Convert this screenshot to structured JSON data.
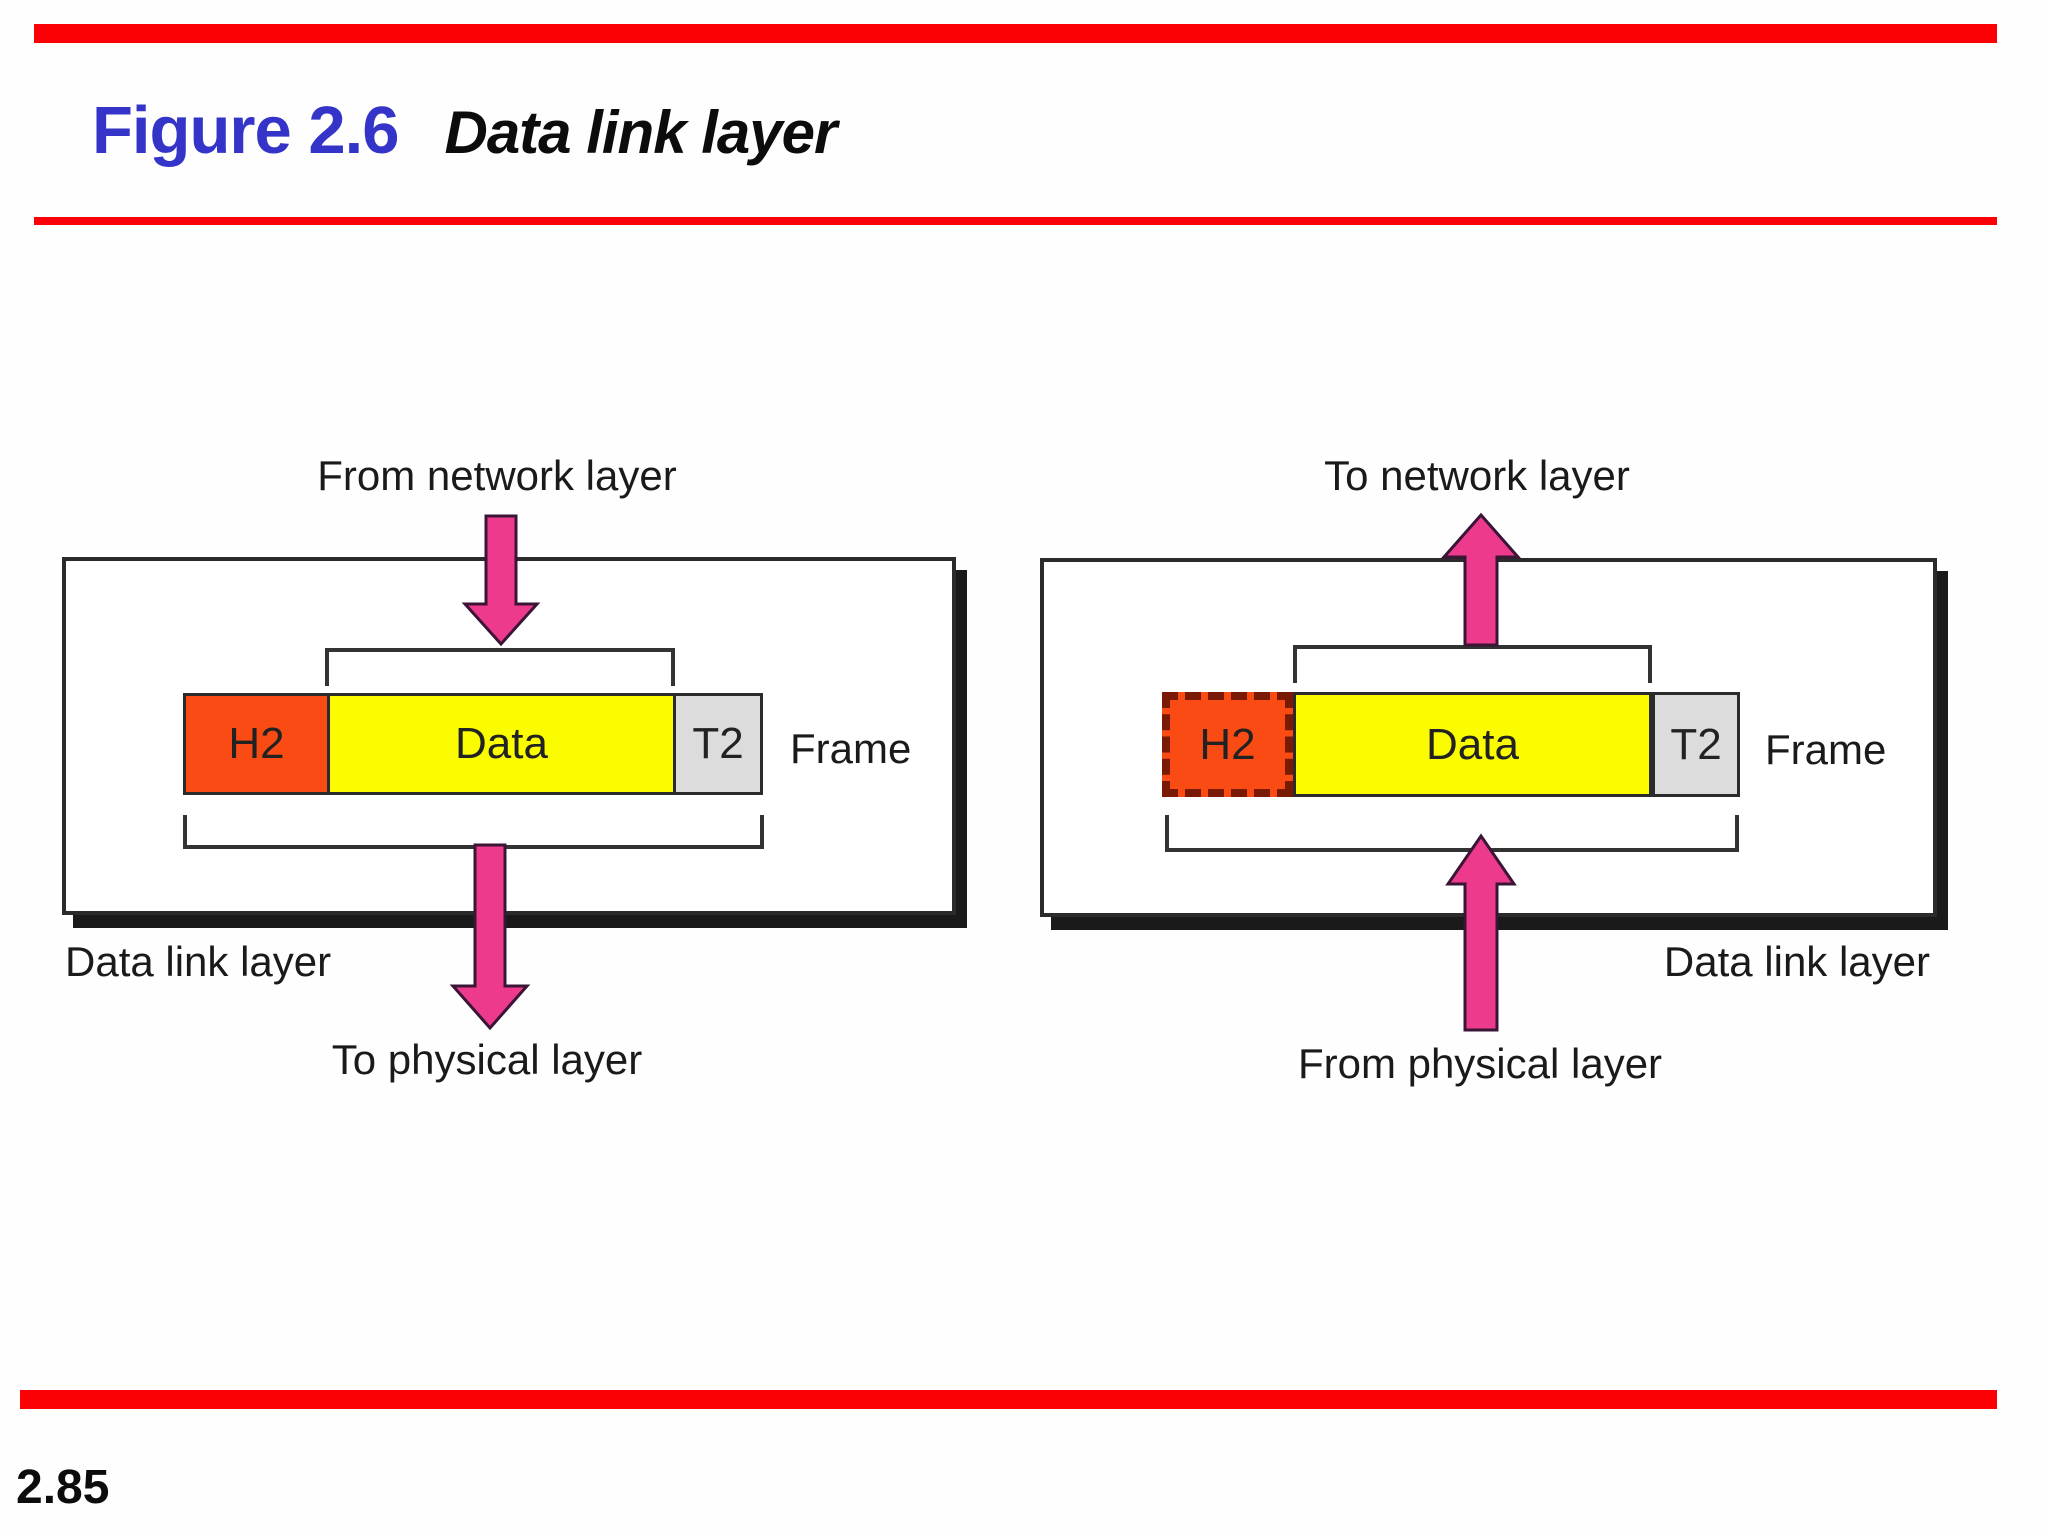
{
  "slide": {
    "figure_label": "Figure 2.6",
    "figure_title": "Data link layer",
    "page_number": "2.85"
  },
  "colors": {
    "accent_red": "#FB0105",
    "title_blue": "#3434C8",
    "label_black": "#1A1A1A",
    "arrow_pink": "#EE3A8C",
    "arrow_outline": "#3A1535",
    "h2_orange": "#FA4B14",
    "data_yellow": "#FCFC00",
    "t2_gray": "#DCDCDC",
    "box_border": "#2B2B2B",
    "shadow": "#1A1A1A",
    "bracket": "#333333",
    "dashed_border_red": "#7A1A05"
  },
  "left_diagram": {
    "top_label": "From network layer",
    "bottom_label": "To physical layer",
    "box_label": "Data link layer",
    "frame_label": "Frame",
    "frame": {
      "header": "H2",
      "payload": "Data",
      "trailer": "T2"
    }
  },
  "right_diagram": {
    "top_label": "To network layer",
    "bottom_label": "From physical layer",
    "box_label": "Data link layer",
    "frame_label": "Frame",
    "frame": {
      "header": "H2",
      "payload": "Data",
      "trailer": "T2"
    }
  }
}
